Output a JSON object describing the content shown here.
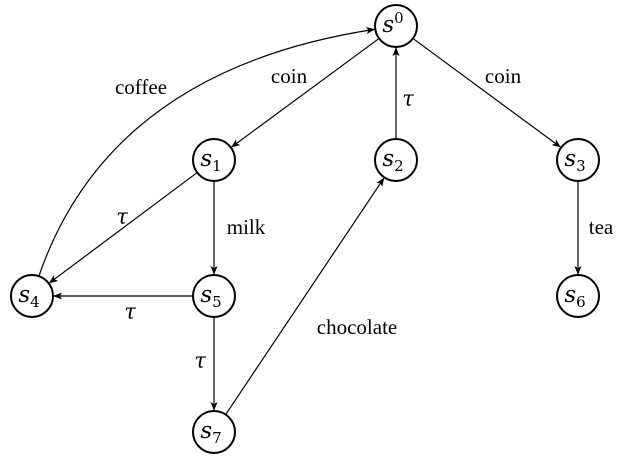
{
  "nodes": [
    {
      "id": "s0",
      "base": "s",
      "sub": "0",
      "sub_position": "superscript"
    },
    {
      "id": "s1",
      "base": "s",
      "sub": "1",
      "sub_position": "subscript"
    },
    {
      "id": "s2",
      "base": "s",
      "sub": "2",
      "sub_position": "subscript"
    },
    {
      "id": "s3",
      "base": "s",
      "sub": "3",
      "sub_position": "subscript"
    },
    {
      "id": "s4",
      "base": "s",
      "sub": "4",
      "sub_position": "subscript"
    },
    {
      "id": "s5",
      "base": "s",
      "sub": "5",
      "sub_position": "subscript"
    },
    {
      "id": "s6",
      "base": "s",
      "sub": "6",
      "sub_position": "subscript"
    },
    {
      "id": "s7",
      "base": "s",
      "sub": "7",
      "sub_position": "subscript"
    }
  ],
  "edges": [
    {
      "id": "s0-s1",
      "from": "s0",
      "to": "s1",
      "label": "coin"
    },
    {
      "id": "s0-s3",
      "from": "s0",
      "to": "s3",
      "label": "coin"
    },
    {
      "id": "s2-s0",
      "from": "s2",
      "to": "s0",
      "label": "τ"
    },
    {
      "id": "s4-s0",
      "from": "s4",
      "to": "s0",
      "label": "coffee"
    },
    {
      "id": "s1-s4",
      "from": "s1",
      "to": "s4",
      "label": "τ"
    },
    {
      "id": "s1-s5",
      "from": "s1",
      "to": "s5",
      "label": "milk"
    },
    {
      "id": "s5-s4",
      "from": "s5",
      "to": "s4",
      "label": "τ"
    },
    {
      "id": "s5-s7",
      "from": "s5",
      "to": "s7",
      "label": "τ"
    },
    {
      "id": "s7-s2",
      "from": "s7",
      "to": "s2",
      "label": "chocolate"
    },
    {
      "id": "s3-s6",
      "from": "s3",
      "to": "s6",
      "label": "tea"
    }
  ],
  "colors": {
    "stroke": "#000000",
    "fill": "#ffffff"
  }
}
